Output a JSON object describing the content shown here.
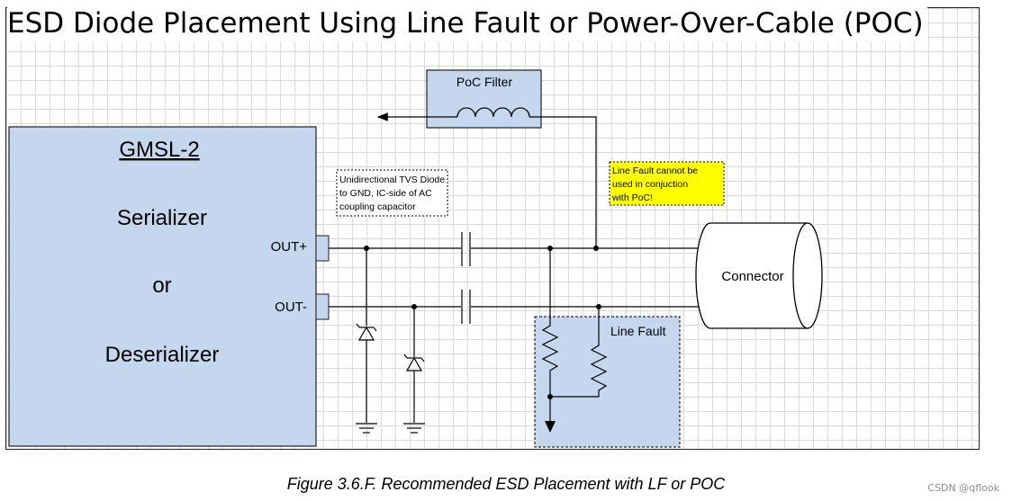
{
  "title": "ESD Diode Placement Using Line Fault or Power-Over-Cable (POC)",
  "block": {
    "name": "GMSL-2",
    "line1": "Serializer",
    "line2": "or",
    "line3": "Deserializer"
  },
  "pins": {
    "out_plus": "OUT+",
    "out_minus": "OUT-"
  },
  "poc_filter_label": "PoC Filter",
  "tvs_note": [
    "Unidirectional TVS Diode",
    "to GND, IC-side of AC",
    "coupling capacitor"
  ],
  "warning_note": [
    "Line Fault cannot be",
    "used in conjuction",
    "with PoC!"
  ],
  "line_fault_label": "Line Fault",
  "connector_label": "Connector",
  "caption": "Figure 3.6.F. Recommended ESD Placement with LF or POC",
  "credit": "CSDN @qflook",
  "colors": {
    "block_fill": "#c5d7ee",
    "block_border": "#1f1f1f",
    "warning_fill": "#ffff00",
    "wire": "#000000"
  }
}
